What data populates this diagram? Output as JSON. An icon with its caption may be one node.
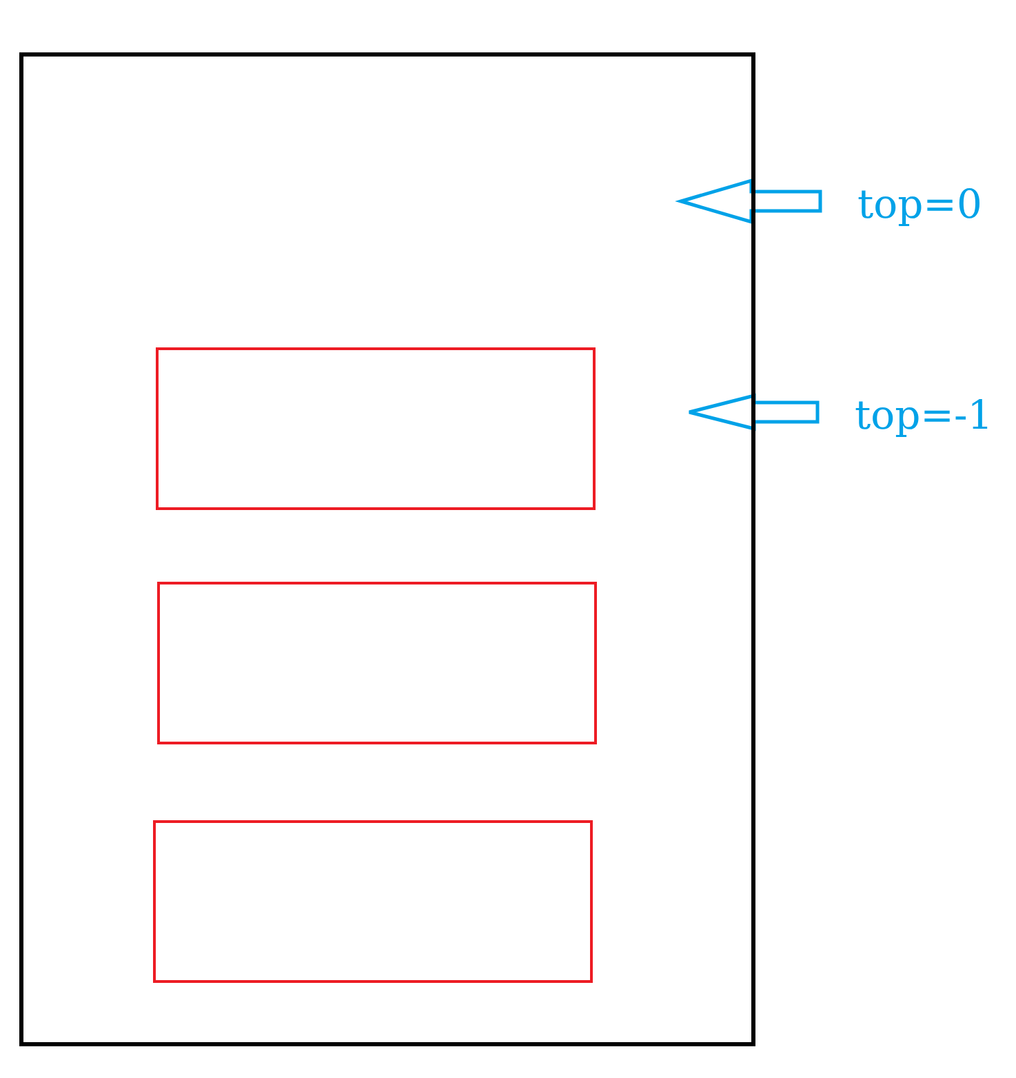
{
  "diagram": {
    "nodes": [
      {
        "text": [],
        "shape": "box"
      },
      {
        "text": [],
        "shape": "box",
        "in": 0
      },
      {
        "text": [],
        "shape": "box",
        "in": 0
      },
      {
        "text": [],
        "shape": "box",
        "in": 0
      },
      {
        "text": [
          "top=0"
        ]
      },
      {
        "text": [
          "top=-1"
        ]
      }
    ],
    "edges": [
      {
        "from": 4,
        "to": null,
        "arrow": "to"
      },
      {
        "from": 5,
        "to": null,
        "arrow": "to"
      }
    ]
  }
}
